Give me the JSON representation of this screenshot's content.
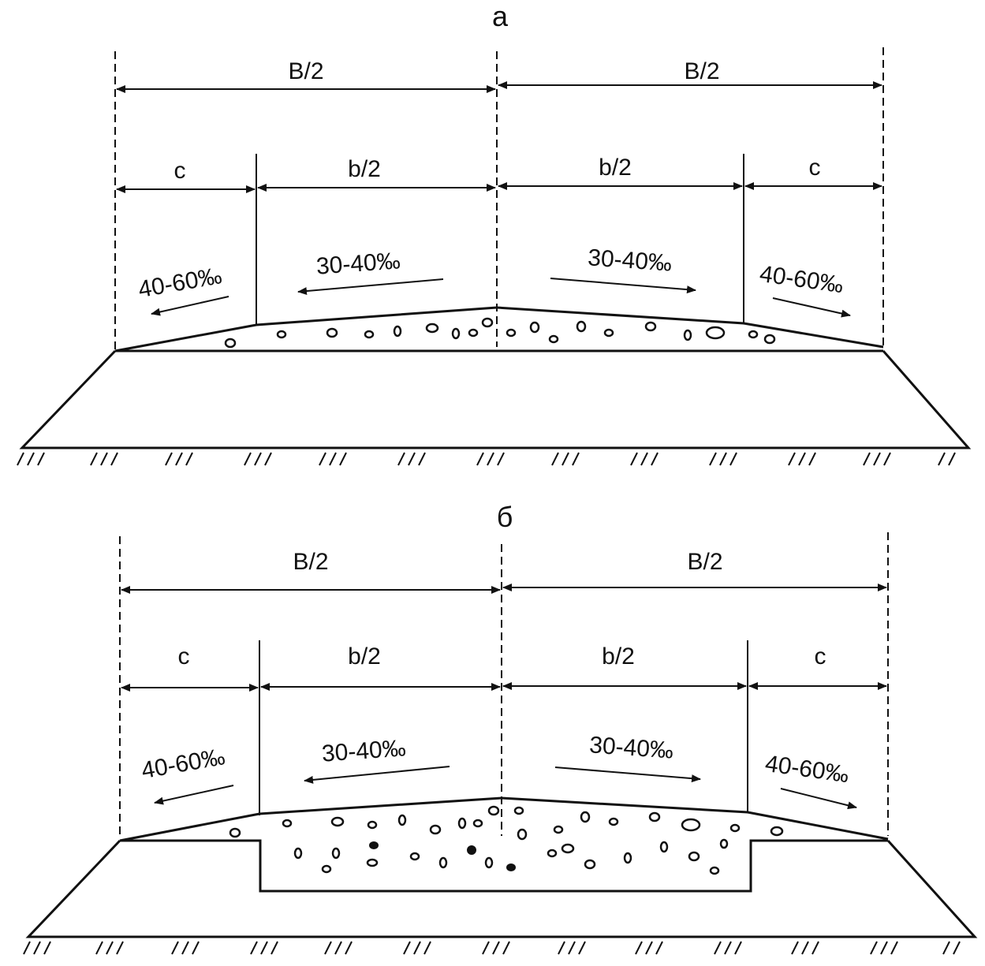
{
  "panels": [
    {
      "id": "a",
      "title": "а",
      "dims_top": [
        "B/2",
        "B/2"
      ],
      "dims_bottom": [
        "c",
        "b/2",
        "b/2",
        "c"
      ],
      "slopes": [
        "40-60‰",
        "30-40‰",
        "30-40‰",
        "40-60‰"
      ]
    },
    {
      "id": "b",
      "title": "б",
      "dims_top": [
        "B/2",
        "B/2"
      ],
      "dims_bottom": [
        "c",
        "b/2",
        "b/2",
        "c"
      ],
      "slopes": [
        "40-60‰",
        "30-40‰",
        "30-40‰",
        "40-60‰"
      ]
    }
  ]
}
